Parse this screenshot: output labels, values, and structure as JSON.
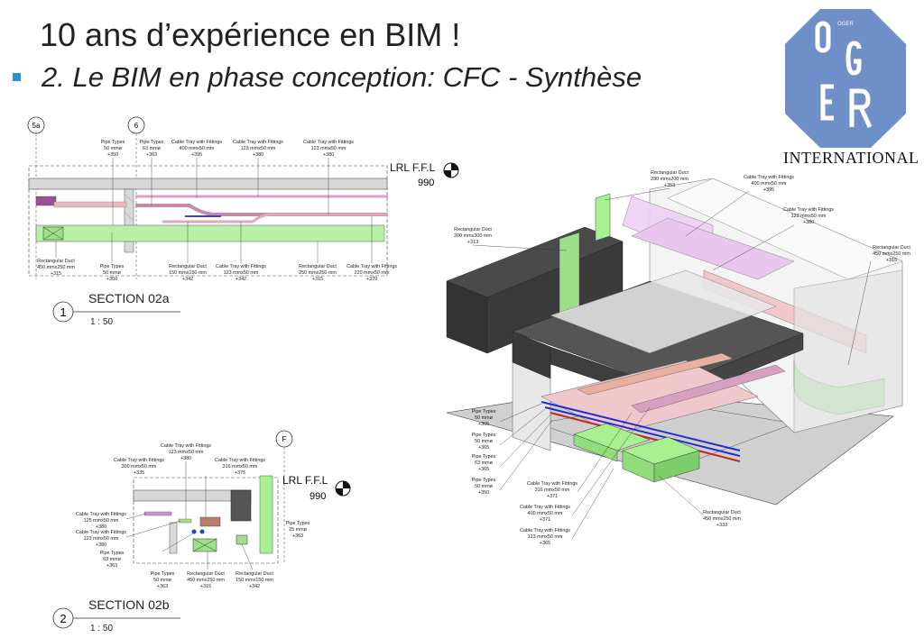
{
  "slide": {
    "title": "10 ans d’expérience en BIM !",
    "subtitle": "2. Le BIM en phase conception: CFC - Synthèse"
  },
  "logo": {
    "monogram": "OGER",
    "wordmark": "INTERNATIONAL",
    "color": "#6f8fc8"
  },
  "section_a": {
    "grid_left": "5a",
    "grid_right": "6",
    "level_label": "LRL F.F.L",
    "level_value": "990",
    "number": "1",
    "title": "SECTION 02a",
    "scale": "1 : 50",
    "labels_top": [
      [
        "Pipe Types",
        "50 mmø",
        "+350"
      ],
      [
        "Pipe Types",
        "63 mmø",
        "+363"
      ],
      [
        "Cable Tray with Fittings",
        "400 mmx50 mm",
        "+395"
      ],
      [
        "Cable Tray with Fittings",
        "123 mmx50 mm",
        "+380"
      ],
      [
        "Cable Tray with Fittings",
        "123 mmx50 mm",
        "+380"
      ]
    ],
    "labels_bottom": [
      [
        "Rectangular Duct",
        "450 mmx250 mm",
        "+315"
      ],
      [
        "Pipe Types",
        "50 mmø",
        "+350"
      ],
      [
        "Rectangular Duct",
        "150 mmx150 mm",
        "+342"
      ],
      [
        "Cable Tray with Fittings",
        "123 mmx50 mm",
        "+342"
      ],
      [
        "Rectangular Duct",
        "250 mmx250 mm",
        "+315"
      ],
      [
        "Cable Tray with Fittings",
        "220 mmx50 mm",
        "+370"
      ]
    ]
  },
  "section_b": {
    "grid": "F",
    "level_label": "LRL F.F.L",
    "level_value": "990",
    "number": "2",
    "title": "SECTION 02b",
    "scale": "1 : 50",
    "labels_top": [
      [
        "Cable Tray with Fittings",
        "123 mmx50 mm",
        "+380"
      ],
      [
        "Cable Tray with Fittings",
        "300 mmx50 mm",
        "+335"
      ],
      [
        "Cable Tray with Fittings",
        "316 mmx50 mm",
        "+375"
      ]
    ],
    "labels_left": [
      [
        "Cable Tray with Fittings",
        "125 mmx50 mm",
        "+380"
      ],
      [
        "Cable Tray with Fittings",
        "123 mmx50 mm",
        "+380"
      ],
      [
        "Pipe Types",
        "63 mmø",
        "+363"
      ]
    ],
    "labels_right": [
      [
        "Pipe Types",
        "25 mmø",
        "+363"
      ]
    ],
    "labels_bottom": [
      [
        "Pipe Types",
        "50 mmø",
        "+363"
      ],
      [
        "Rectangular Duct",
        "450 mmx250 mm",
        "+315"
      ],
      [
        "Rectangular Duct",
        "150 mmx150 mm",
        "+342"
      ]
    ]
  },
  "view_3d": {
    "labels_top": [
      [
        "Rectangular Duct",
        "230 mmx200 mm",
        "+353"
      ],
      [
        "Cable Tray with Fittings",
        "400 mmx50 mm",
        "+395"
      ],
      [
        "Cable Tray with Fittings",
        "123 mmx50 mm",
        "+380"
      ],
      [
        "Rectangular Duct",
        "200 mmx300 mm",
        "+313"
      ],
      [
        "Rectangular Duct",
        "450 mmx250 mm",
        "+315"
      ]
    ],
    "labels_left": [
      [
        "Pipe Types",
        "50 mmø",
        "+365"
      ],
      [
        "Pipe Types",
        "50 mmø",
        "+365"
      ],
      [
        "Pipe Types",
        "63 mmø",
        "+365"
      ],
      [
        "Pipe Types",
        "50 mmø",
        "+350"
      ]
    ],
    "labels_bottom": [
      [
        "Cable Tray with Fittings",
        "316 mmx50 mm",
        "+371"
      ],
      [
        "Cable Tray with Fittings",
        "400 mmx50 mm",
        "+371"
      ],
      [
        "Cable Tray with Fittings",
        "123 mmx50 mm",
        "+365"
      ],
      [
        "Rectangular Duct",
        "450 mmx250 mm",
        "+333"
      ]
    ]
  }
}
